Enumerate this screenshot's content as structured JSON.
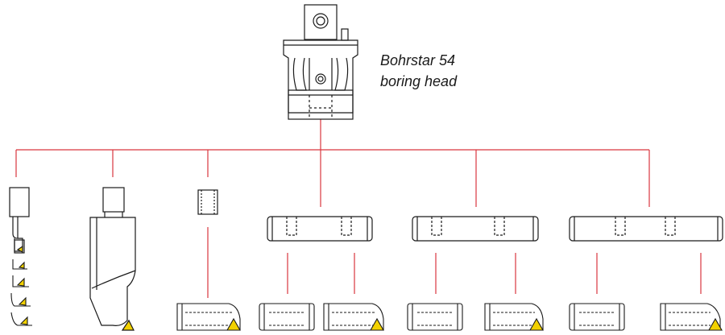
{
  "title": {
    "line1": "Bohrstar 54",
    "line2": "boring head"
  },
  "colors": {
    "connector": "#d9363e",
    "outline": "#1a1a1a",
    "insert": "#f2d100",
    "background": "#ffffff"
  },
  "components": [
    "boring-head",
    "small-boring-bar",
    "insert-profiles",
    "large-boring-bar",
    "adapter",
    "extension-bar-1",
    "extension-bar-2",
    "extension-bar-3",
    "tool-holders"
  ]
}
